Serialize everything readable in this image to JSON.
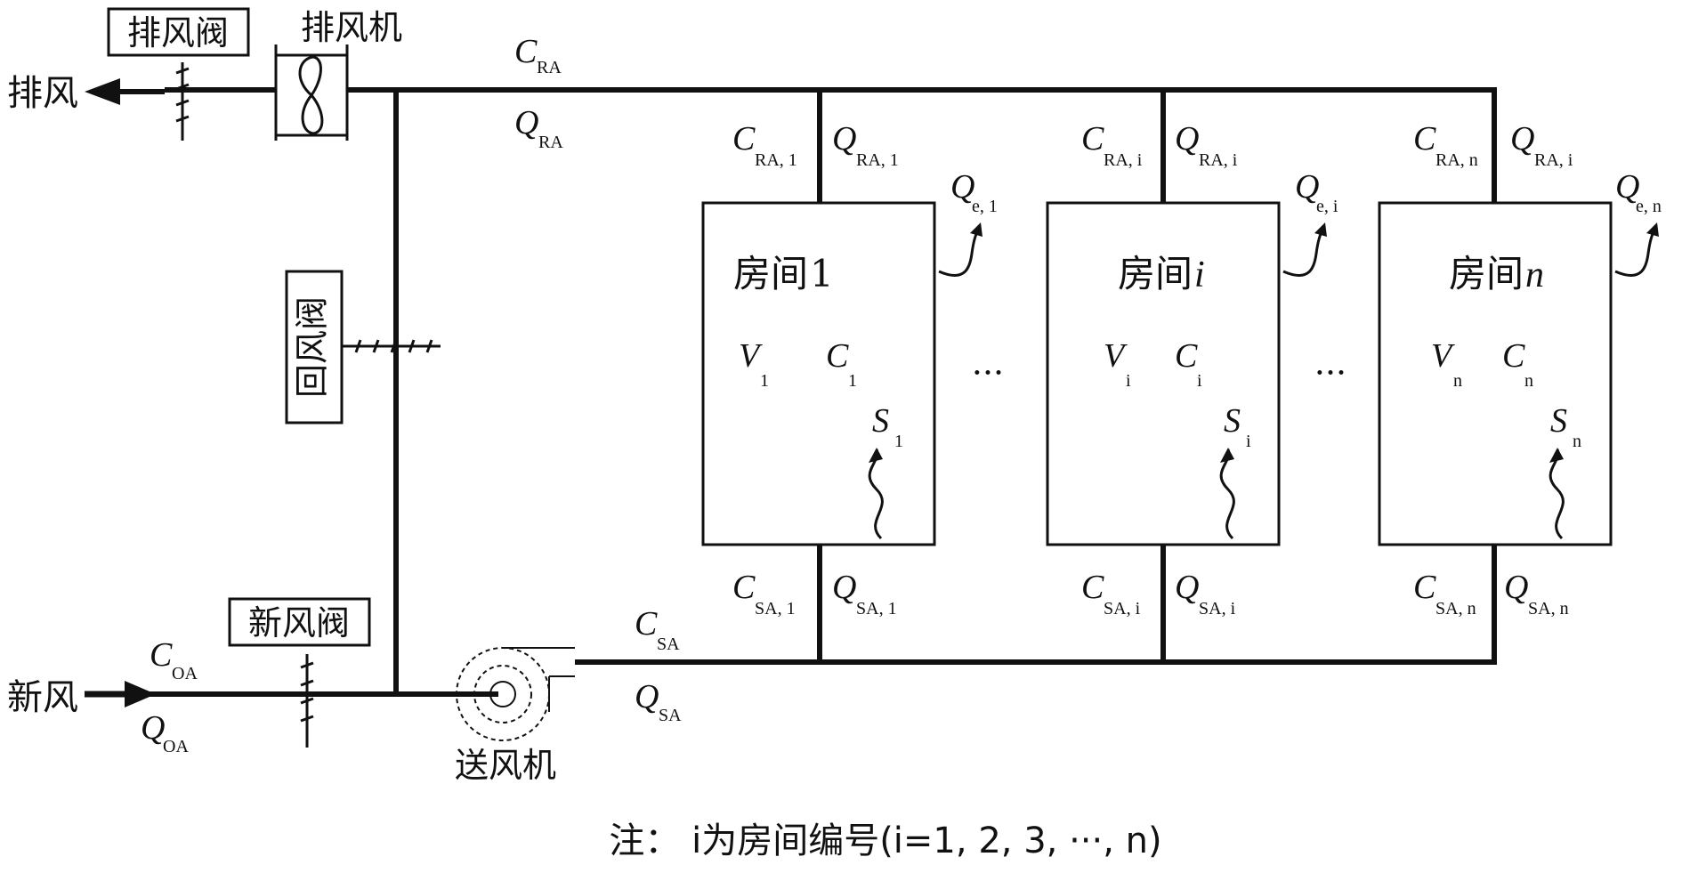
{
  "legend": {
    "exhaust_air": "排风",
    "fresh_air": "新风",
    "exhaust_damper": "排风阀",
    "exhaust_fan": "排风机",
    "return_damper": "回风阀",
    "fresh_damper": "新风阀",
    "supply_fan": "送风机"
  },
  "main": {
    "c_ra": "C",
    "c_ra_sub": "RA",
    "q_ra": "Q",
    "q_ra_sub": "RA",
    "c_sa": "C",
    "c_sa_sub": "SA",
    "q_sa": "Q",
    "q_sa_sub": "SA",
    "c_oa": "C",
    "c_oa_sub": "OA",
    "q_oa": "Q",
    "q_oa_sub": "OA"
  },
  "rooms": [
    {
      "title": "房间",
      "title_idx": "1",
      "c_ra_sub": "RA, 1",
      "q_ra_sub": "RA, 1",
      "qe_sub": "e, 1",
      "v_sub": "1",
      "c_sub": "1",
      "s_sub": "1",
      "c_sa_sub": "SA, 1",
      "q_sa_sub": "SA, 1"
    },
    {
      "title": "房间",
      "title_idx": "i",
      "c_ra_sub": "RA, i",
      "q_ra_sub": "RA, i",
      "qe_sub": "e, i",
      "v_sub": "i",
      "c_sub": "i",
      "s_sub": "i",
      "c_sa_sub": "SA, i",
      "q_sa_sub": "SA, i"
    },
    {
      "title": "房间",
      "title_idx": "n",
      "c_ra_sub": "RA, n",
      "q_ra_sub": "RA, i",
      "qe_sub": "e, n",
      "v_sub": "n",
      "c_sub": "n",
      "s_sub": "n",
      "c_sa_sub": "SA, n",
      "q_sa_sub": "SA, n"
    }
  ],
  "symbols": {
    "c": "C",
    "q": "Q",
    "v": "V",
    "s": "S"
  },
  "ellipsis": "···",
  "note": "注： i为房间编号(i=1, 2, 3, ···, n)"
}
